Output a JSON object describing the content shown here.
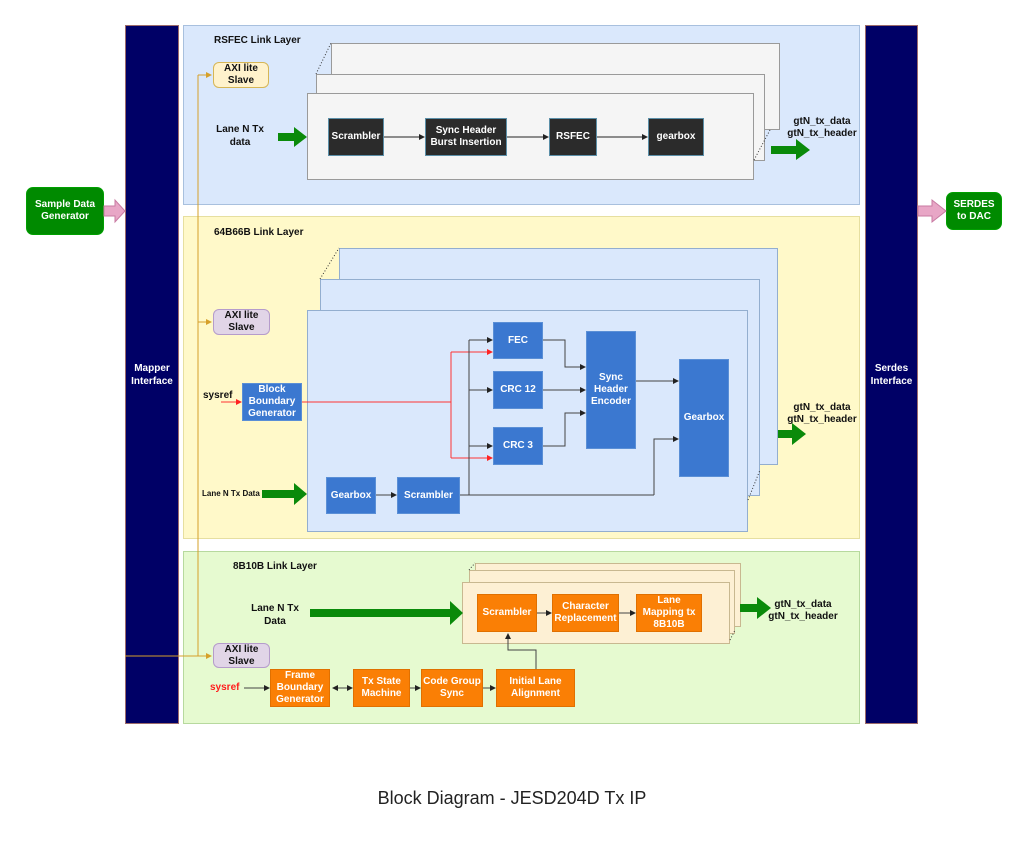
{
  "diagram": {
    "caption": "Block Diagram - JESD204D Tx IP",
    "external": {
      "source": "Sample Data Generator",
      "sink": "SERDES to DAC"
    },
    "interfaces": {
      "mapper": "Mapper Interface",
      "serdes": "Serdes Interface"
    },
    "rsfec": {
      "title": "RSFEC Link Layer",
      "axi": "AXI lite Slave",
      "input": "Lane N Tx data",
      "blocks": [
        "Scrambler",
        "Sync Header Burst Insertion",
        "RSFEC",
        "gearbox"
      ],
      "output": "gtN_tx_data\ngtN_tx_header"
    },
    "b64b66": {
      "title": "64B66B Link Layer",
      "axi": "AXI lite Slave",
      "sysref": "sysref",
      "block_boundary": "Block Boundary Generator",
      "input": "Lane N Tx Data",
      "gearbox_in": "Gearbox",
      "scrambler": "Scrambler",
      "fec": "FEC",
      "crc12": "CRC 12",
      "crc3": "CRC 3",
      "sync_header": "Sync Header Encoder",
      "gearbox_out": "Gearbox",
      "output": "gtN_tx_data\ngtN_tx_header"
    },
    "b8b10b": {
      "title": "8B10B Link Layer",
      "axi": "AXI lite Slave",
      "input": "Lane N Tx Data",
      "sysref": "sysref",
      "scrambler": "Scrambler",
      "char_replacement": "Character Replacement",
      "lane_mapping": "Lane Mapping tx 8B10B",
      "frame_boundary": "Frame Boundary Generator",
      "tx_state_machine": "Tx State Machine",
      "code_group_sync": "Code Group Sync",
      "ila": "Initial Lane Alignment",
      "output": "gtN_tx_data\ngtN_tx_header"
    },
    "colors": {
      "interface_bar": "#000066",
      "rsfec_panel": "#dae8fc",
      "b64b66_panel": "#fff9c9",
      "b8b10b_panel": "#e6fad0",
      "dark_block": "#2b2b2b",
      "blue_block": "#3b78d0",
      "orange_block": "#fa7f05",
      "data_arrow": "#008a00",
      "axi_line": "#d6a02a",
      "sysref_line": "#ff3333",
      "interface_arrow": "#e0a0c0"
    }
  }
}
